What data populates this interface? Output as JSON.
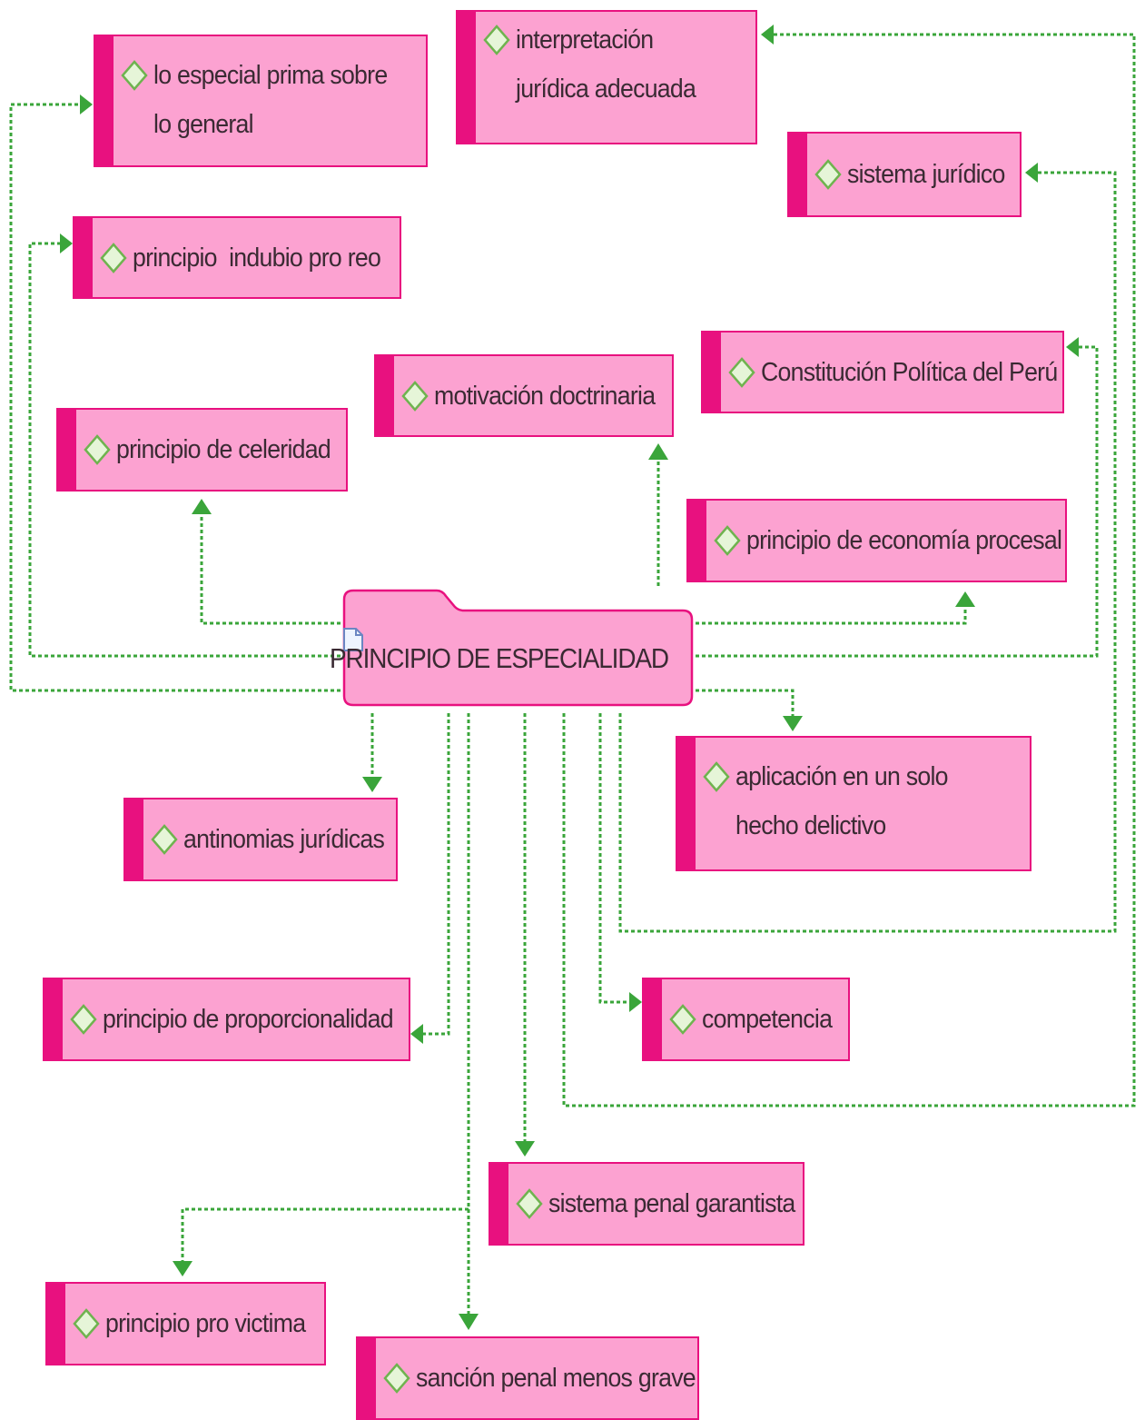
{
  "colors": {
    "node_fill": "#fca2d1",
    "node_accent": "#e8117f",
    "connector": "#3aa53a",
    "diamond_fill": "#e6f5d8",
    "diamond_stroke": "#6fb34f"
  },
  "root": {
    "label": "PRINCIPIO DE ESPECIALIDAD",
    "icon": "file-icon"
  },
  "nodes": {
    "especial_prima": "lo especial prima sobre lo general",
    "interpretacion": "interpretación jurídica adecuada",
    "sistema_juridico": "sistema jurídico",
    "indubio": "principio  indubio pro reo",
    "constitucion": "Constitución Política del Perú",
    "motivacion": "motivación doctrinaria",
    "celeridad": "principio de celeridad",
    "economia": "principio de economía procesal",
    "aplicacion": "aplicación en un solo hecho delictivo",
    "antinomias": "antinomias jurídicas",
    "proporcionalidad": "principio de proporcionalidad",
    "competencia": "competencia",
    "garantista": "sistema penal garantista",
    "pro_victima": "principio pro victima",
    "sancion": "sanción penal menos grave"
  },
  "icons": {
    "node": "diamond-icon",
    "arrow": "arrowhead-icon"
  }
}
